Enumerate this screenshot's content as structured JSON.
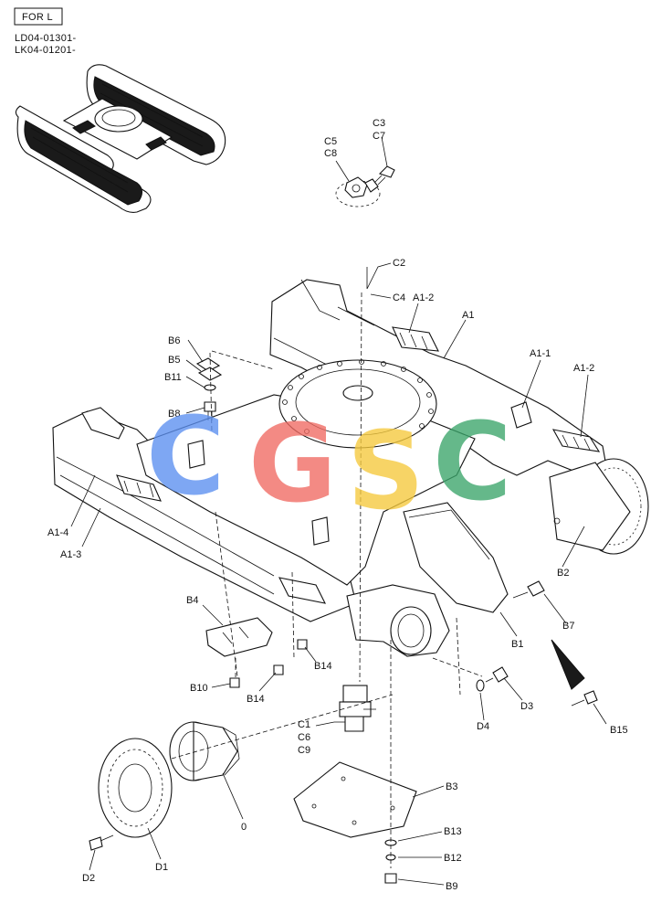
{
  "header": {
    "model_box": "FOR L",
    "serial_1": "LD04-01301-",
    "serial_2": "LK04-01201-"
  },
  "watermark": {
    "letters": [
      {
        "char": "C",
        "color": "#5b8ff0"
      },
      {
        "char": "G",
        "color": "#f06a62"
      },
      {
        "char": "S",
        "color": "#f5c93c"
      },
      {
        "char": "C",
        "color": "#3aa56a"
      }
    ]
  },
  "labels": {
    "C3": "C3",
    "C7": "C7",
    "C5": "C5",
    "C8": "C8",
    "C2": "C2",
    "C4": "C4",
    "A1_2a": "A1-2",
    "A1": "A1",
    "A1_1": "A1-1",
    "A1_2b": "A1-2",
    "B6": "B6",
    "B5": "B5",
    "B11": "B11",
    "B8": "B8",
    "A1_4": "A1-4",
    "A1_3": "A1-3",
    "B2": "B2",
    "B7": "B7",
    "B1": "B1",
    "B4": "B4",
    "B10": "B10",
    "B14a": "B14",
    "B14b": "B14",
    "C1": "C1",
    "C6": "C6",
    "C9": "C9",
    "D3": "D3",
    "D4": "D4",
    "B15": "B15",
    "B3": "B3",
    "B13": "B13",
    "B12": "B12",
    "B9": "B9",
    "O": "0",
    "D1": "D1",
    "D2": "D2"
  }
}
